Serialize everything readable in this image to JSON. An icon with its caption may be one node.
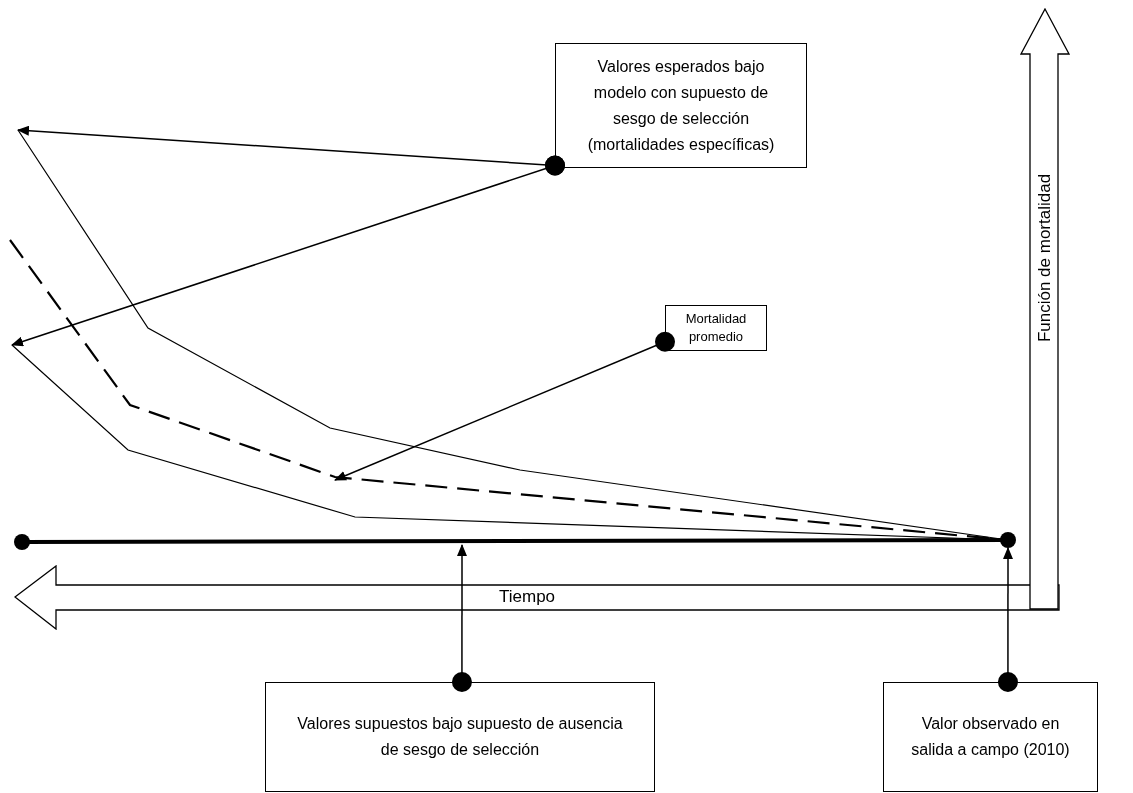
{
  "diagram": {
    "nodes": [
      {
        "text": [
          "Valores esperados bajo modelo con supuesto de sesgo de selección (mortalidades específicas)"
        ]
      },
      {
        "text": [
          "Mortalidad promedio"
        ]
      },
      {
        "text": [
          "Valores supuestos bajo supuesto de ausencia de sesgo de selección"
        ]
      },
      {
        "text": [
          "Valor observado en salida a campo (2010)"
        ]
      },
      {
        "text": [
          "Tiempo"
        ]
      },
      {
        "text": [
          "Función de mortalidad"
        ]
      },
      {
        "text": [],
        "shape": "circle"
      }
    ],
    "edges": [
      {
        "from": 0,
        "to": null,
        "arrow": "to"
      },
      {
        "from": 0,
        "to": null,
        "arrow": "to"
      },
      {
        "from": 1,
        "to": null,
        "arrow": "to"
      },
      {
        "from": 2,
        "to": null,
        "arrow": "to"
      },
      {
        "from": 3,
        "to": 6,
        "arrow": "to"
      }
    ]
  }
}
